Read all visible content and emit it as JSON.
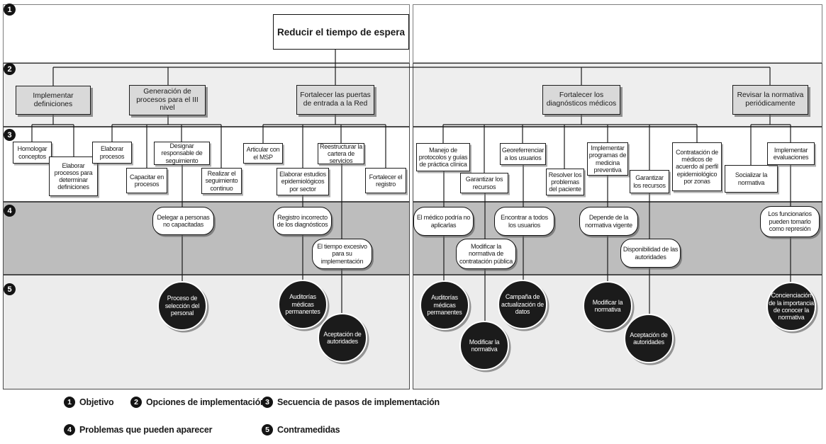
{
  "levels": [
    "1",
    "2",
    "3",
    "4",
    "5"
  ],
  "nodes": {
    "objective": "Reducir el tiempo de espera",
    "options": [
      "Implementar definiciones",
      "Generación de procesos para el III nivel",
      "Fortalecer las puertas de entrada a la Red",
      "Fortalecer los diagnósticos médicos",
      "Revisar la normativa periódicamente"
    ],
    "steps": [
      "Homologar conceptos",
      "Elaborar procesos para determinar definiciones",
      "Elaborar procesos",
      "Capacitar en procesos",
      "Designar responsable de seguimiento",
      "Realizar el seguimiento continuo",
      "Articular con el MSP",
      "Elaborar estudios epidemiológicos por sector",
      "Reestructurar la cartera de servicios",
      "Fortalecer el registro",
      "Manejo de protocolos y guías de práctica clínica",
      "Garantizar los recursos",
      "Georeferrenciar a los usuarios",
      "Resolver los problemas del paciente",
      "Implementar programas de medicina preventiva",
      "Garantizar los recursos",
      "Contratación de médicos de acuerdo al perfil epidemiológico por zonas",
      "Socializar la normativa",
      "Implementar evaluaciones"
    ],
    "problems": [
      "Delegar a personas no capacitadas",
      "Registro incorrecto de los diagnósticos",
      "El tiempo excesivo para su implementación",
      "El médico podría no aplicarlas",
      "Modificar la normativa de contratación pública",
      "Encontrar a todos los usuarios",
      "Depende de la normativa vigente",
      "Disponibilidad de las autoridades",
      "Los funcionarios pueden tomarlo como represión"
    ],
    "countermeasures": [
      "Proceso de selección del personal",
      "Auditorías médicas permanentes",
      "Aceptación de autoridades",
      "Auditorías médicas permanentes",
      "Modificar la normativa",
      "Campaña de actualización de datos",
      "Modificar la normativa",
      "Aceptación de autoridades",
      "Concienciación de la importancia de conocer la normativa"
    ]
  },
  "legend": [
    {
      "num": "1",
      "label": "Objetivo"
    },
    {
      "num": "2",
      "label": "Opciones de implementación"
    },
    {
      "num": "3",
      "label": "Secuencia de pasos de implementación"
    },
    {
      "num": "4",
      "label": "Problemas que pueden aparecer"
    },
    {
      "num": "5",
      "label": "Contramedidas"
    }
  ],
  "colors": {
    "band_objective": "#ffffff",
    "band_options": "#eeeeee",
    "band_steps": "#ffffff",
    "band_problems": "#bdbdbd",
    "band_countermeasures": "#ececec",
    "option_box": "#d9d9d9",
    "countermeasure": "#1b1b1b",
    "line": "#1a1a1a"
  }
}
